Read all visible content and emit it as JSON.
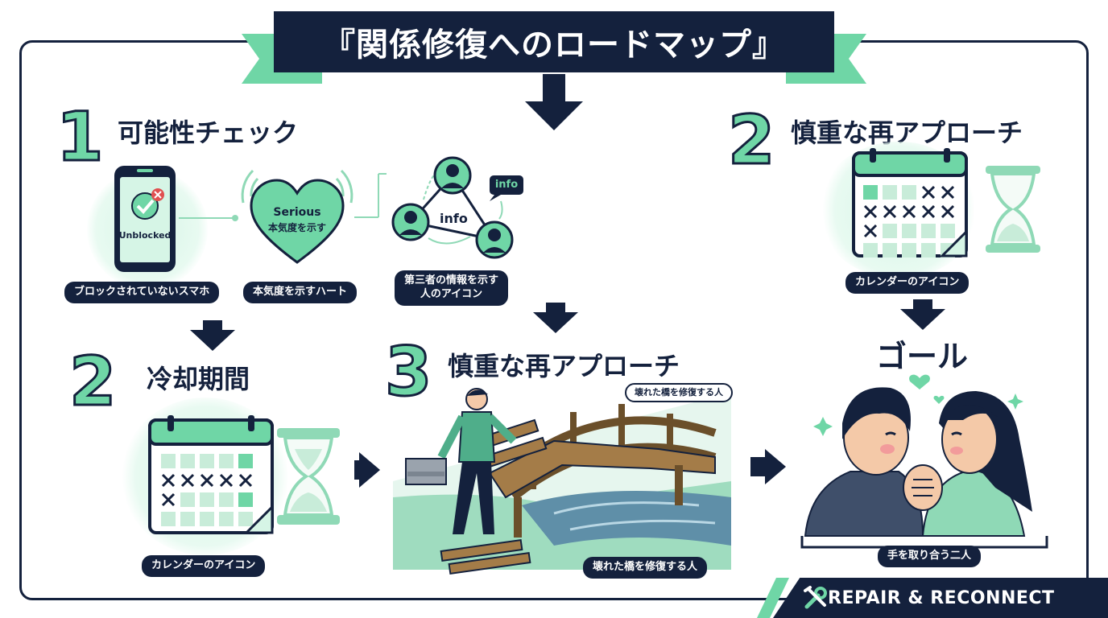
{
  "title": "『関係修復へのロードマップ』",
  "steps": {
    "check": {
      "number": "1",
      "title": "可能性チェック"
    },
    "cooling": {
      "number": "2",
      "title": "冷却期間"
    },
    "reapproach_main": {
      "number": "3",
      "title": "慎重な再アプローチ"
    },
    "reapproach_right": {
      "number": "2",
      "title": "慎重な再アプローチ"
    },
    "goal": {
      "title": "ゴール"
    }
  },
  "phone": {
    "screen_text": "Unblocked",
    "caption": "ブロックされていないスマホ"
  },
  "heart": {
    "line1": "Serious",
    "line2": "本気度を示す",
    "caption": "本気度を示すハート"
  },
  "network": {
    "center_text": "info",
    "bubble_text": "info",
    "caption_line1": "第三者の情報を示す",
    "caption_line2": "人のアイコン"
  },
  "calendar_left": {
    "caption": "カレンダーのアイコン"
  },
  "calendar_right": {
    "caption": "カレンダーのアイコン"
  },
  "bridge": {
    "top_label": "壊れた橋を修復する人",
    "caption": "壊れた橋を修復する人"
  },
  "couple": {
    "caption": "手を取り合う二人"
  },
  "footer": {
    "label": "REPAIR & RECONNECT",
    "icon": "tools-icon"
  },
  "colors": {
    "navy": "#14213d",
    "mint": "#6fd6a6",
    "light_mint": "#d6f5e6"
  }
}
